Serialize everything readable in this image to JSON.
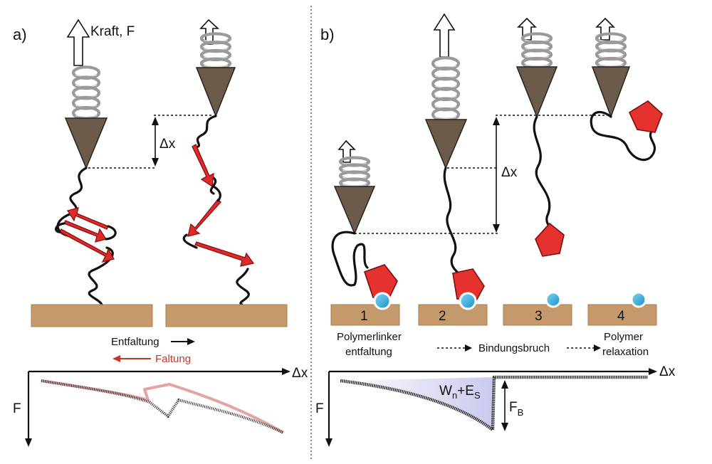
{
  "panels": {
    "a": {
      "label": "a)",
      "force_label": "Kraft, F",
      "delta_x": "Δx",
      "unfold_label": "Entfaltung",
      "fold_label": "Faltung",
      "axis_x": "Δx",
      "axis_y": "F"
    },
    "b": {
      "label": "b)",
      "delta_x": "Δx",
      "steps": [
        "1",
        "2",
        "3",
        "4"
      ],
      "stage1_line1": "Polymerlinker",
      "stage1_line2": "entfaltung",
      "stage2": "Bindungsbruch",
      "stage3_line1": "Polymer",
      "stage3_line2": "relaxation",
      "axis_x": "Δx",
      "axis_y": "F",
      "work_main": "W",
      "work_sub1": "n",
      "work_plus": "+E",
      "work_sub2": "S",
      "fb_main": "F",
      "fb_sub": "B"
    }
  },
  "colors": {
    "tip": "#6b5b4a",
    "substrate": "#c49a6c",
    "unfolding_arrow": "#111111",
    "folding_arrow": "#c0392b",
    "protein": "#e02a2a",
    "bead": "#29b0e4"
  }
}
